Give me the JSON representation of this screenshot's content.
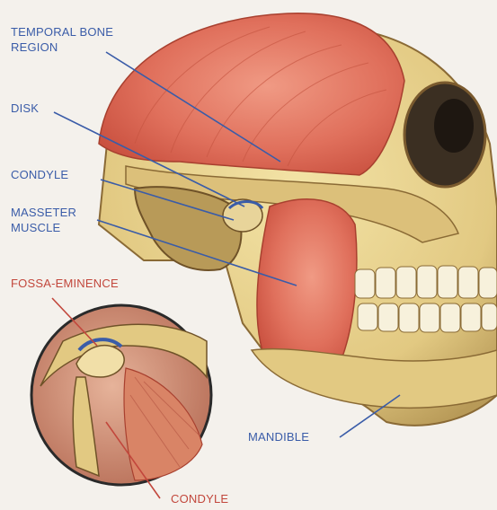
{
  "colors": {
    "blue_label": "#3a5ca8",
    "red_label": "#c2473c",
    "muscle": "#e0705c",
    "bone": "#e6d08c",
    "page": "#f4f1ec"
  },
  "diagram": {
    "labels": {
      "temporal_bone_region_line1": "TEMPORAL BONE",
      "temporal_bone_region_line2": "REGION",
      "disk": "DISK",
      "condyle_top": "CONDYLE",
      "masseter_muscle_line1": "MASSETER",
      "masseter_muscle_line2": "MUSCLE",
      "fossa_eminence": "FOSSA-EMINENCE",
      "mandible": "MANDIBLE",
      "condyle_bottom": "CONDYLE"
    }
  }
}
